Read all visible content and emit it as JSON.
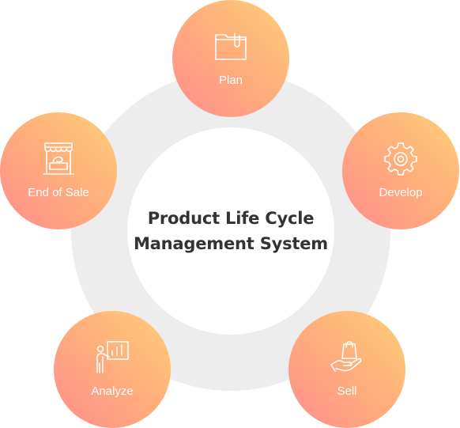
{
  "title": {
    "line1": "Product Life Cycle",
    "line2": "Management System"
  },
  "stages": {
    "plan": {
      "label": "Plan",
      "icon": "folder-icon"
    },
    "develop": {
      "label": "Develop",
      "icon": "gear-icon"
    },
    "sell": {
      "label": "Sell",
      "icon": "hand-shopping-bag-icon"
    },
    "analyze": {
      "label": "Analyze",
      "icon": "presentation-chart-icon"
    },
    "end_of_sale": {
      "label": "End of Sale",
      "icon": "market-stall-icon"
    }
  },
  "colors": {
    "gradient_start": "#ffcf7a",
    "gradient_end": "#ff8d8f",
    "ring": "#ededed",
    "title_text": "#333333"
  }
}
